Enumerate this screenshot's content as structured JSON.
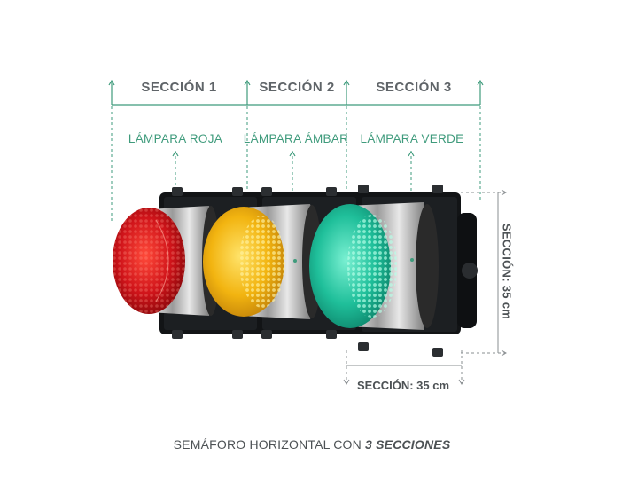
{
  "sections": [
    {
      "label": "SECCIÓN 1",
      "lamp_label": "LÁMPARA ROJA",
      "color": "#d01418"
    },
    {
      "label": "SECCIÓN 2",
      "lamp_label": "LÁMPARA ÁMBAR",
      "color": "#f2b410"
    },
    {
      "label": "SECCIÓN 3",
      "lamp_label": "LÁMPARA VERDE",
      "color": "#2ec7a4"
    }
  ],
  "dimension_width": "SECCIÓN: 35 cm",
  "dimension_height": "SECCIÓN: 35 cm",
  "caption": {
    "prefix": "SEMÁFORO HORIZONTAL CON ",
    "emphasis": "3 SECCIONES"
  },
  "colors": {
    "guide_line": "#3f9b7c",
    "dimension_line": "#8a8f92",
    "housing": "#121416"
  }
}
